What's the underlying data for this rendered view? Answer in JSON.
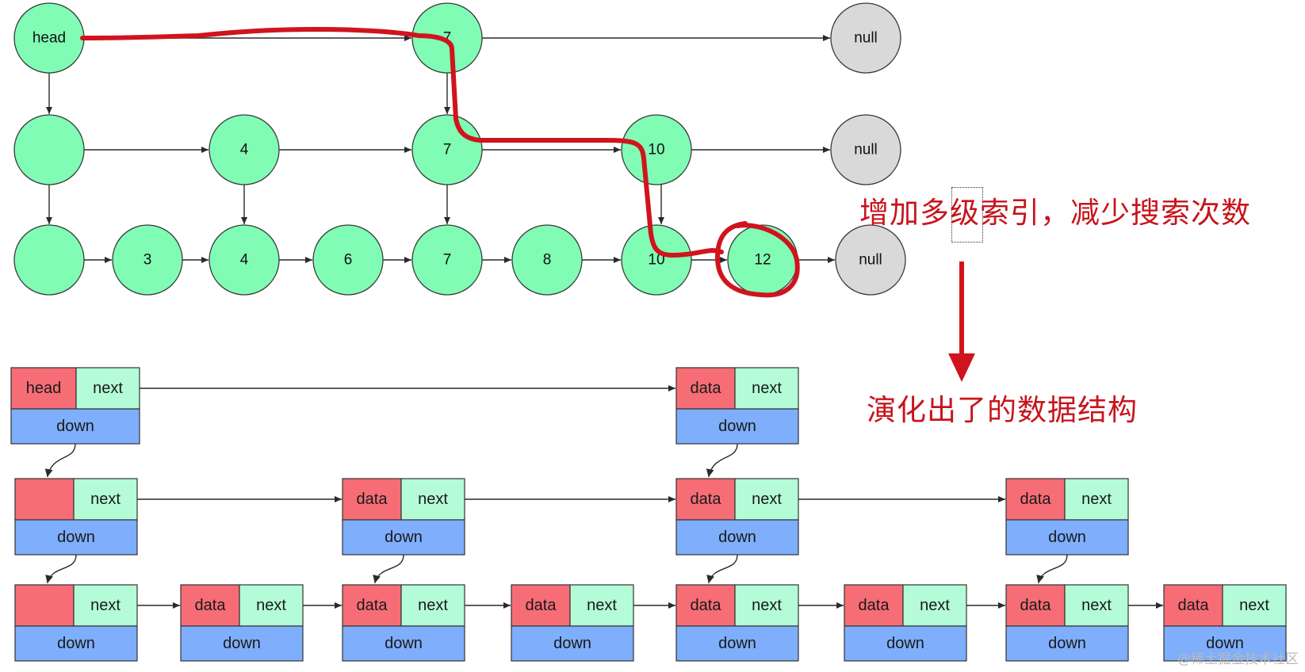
{
  "skiplist": {
    "levels": [
      {
        "nodes": [
          {
            "label": "head",
            "type": "head"
          },
          {
            "label": "7",
            "type": "node"
          },
          {
            "label": "null",
            "type": "null"
          }
        ]
      },
      {
        "nodes": [
          {
            "label": "",
            "type": "head"
          },
          {
            "label": "4",
            "type": "node"
          },
          {
            "label": "7",
            "type": "node"
          },
          {
            "label": "10",
            "type": "node"
          },
          {
            "label": "null",
            "type": "null"
          }
        ]
      },
      {
        "nodes": [
          {
            "label": "",
            "type": "head"
          },
          {
            "label": "3",
            "type": "node"
          },
          {
            "label": "4",
            "type": "node"
          },
          {
            "label": "6",
            "type": "node"
          },
          {
            "label": "7",
            "type": "node"
          },
          {
            "label": "8",
            "type": "node"
          },
          {
            "label": "10",
            "type": "node"
          },
          {
            "label": "12",
            "type": "node"
          },
          {
            "label": "null",
            "type": "null"
          }
        ]
      }
    ],
    "colors": {
      "node_fill": "#80fcb4",
      "null_fill": "#d9d9d9",
      "stroke": "#3a3a3a",
      "search_path": "#d0141e"
    }
  },
  "annotations": {
    "multi_index": "增加多级索引，减少搜索次数",
    "evolved": "演化出了的数据结构"
  },
  "structure": {
    "rows": [
      {
        "cells": [
          {
            "data": "head",
            "next": "next",
            "down": "down"
          },
          {
            "data": "data",
            "next": "next",
            "down": "down"
          }
        ]
      },
      {
        "cells": [
          {
            "data": "",
            "next": "next",
            "down": "down"
          },
          {
            "data": "data",
            "next": "next",
            "down": "down"
          },
          {
            "data": "data",
            "next": "next",
            "down": "down"
          },
          {
            "data": "data",
            "next": "next",
            "down": "down"
          }
        ]
      },
      {
        "cells": [
          {
            "data": "",
            "next": "next",
            "down": "down"
          },
          {
            "data": "data",
            "next": "next",
            "down": "down"
          },
          {
            "data": "data",
            "next": "next",
            "down": "down"
          },
          {
            "data": "data",
            "next": "next",
            "down": "down"
          },
          {
            "data": "data",
            "next": "next",
            "down": "down"
          },
          {
            "data": "data",
            "next": "next",
            "down": "down"
          },
          {
            "data": "data",
            "next": "next",
            "down": "down"
          },
          {
            "data": "data",
            "next": "next",
            "down": "down"
          }
        ]
      }
    ],
    "colors": {
      "data_fill": "#f66d76",
      "next_fill": "#b4fcd7",
      "down_fill": "#7eaefc",
      "stroke": "#333333"
    }
  },
  "watermark": "@稀土掘金技术社区"
}
